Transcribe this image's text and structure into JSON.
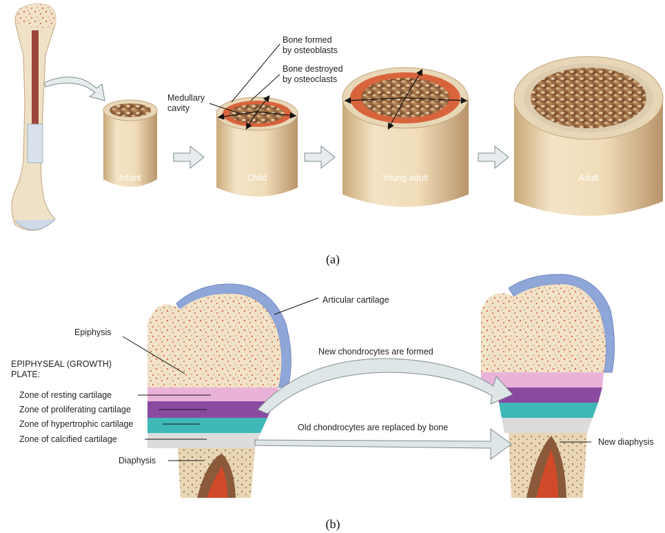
{
  "panel_a": {
    "caption": "(a)",
    "stages": [
      "Infant",
      "Child",
      "Young adult",
      "Adult"
    ],
    "labels": {
      "medullary_cavity_line1": "Medullary",
      "medullary_cavity_line2": "cavity",
      "bone_formed_line1": "Bone formed",
      "bone_formed_line2": "by osteoblasts",
      "bone_destroyed_line1": "Bone destroyed",
      "bone_destroyed_line2": "by osteoclasts"
    }
  },
  "panel_b": {
    "caption": "(b)",
    "labels": {
      "articular_cartilage": "Articular cartilage",
      "epiphysis": "Epiphysis",
      "growth_plate_line1": "EPIPHYSEAL (GROWTH)",
      "growth_plate_line2": "PLATE:",
      "zone_resting": "Zone of resting cartilage",
      "zone_proliferating": "Zone of proliferating cartilage",
      "zone_hypertrophic": "Zone of hypertrophic cartilage",
      "zone_calcified": "Zone of calcified cartilage",
      "diaphysis": "Diaphysis",
      "new_chondrocytes": "New chondrocytes are formed",
      "old_chondrocytes": "Old chondrocytes are replaced by bone",
      "new_diaphysis": "New diaphysis"
    }
  },
  "colors": {
    "bone": "#eedcb8",
    "spongy": "#8a5a3a",
    "articular": "#8fa6d8",
    "resting": "#e9b3d9",
    "proliferating": "#8a4aa0",
    "hypertrophic": "#3fb8b8",
    "calcified": "#dcdcdc",
    "osteo_red": "#d8643c",
    "arrow_fill": "#dfe6e8"
  }
}
